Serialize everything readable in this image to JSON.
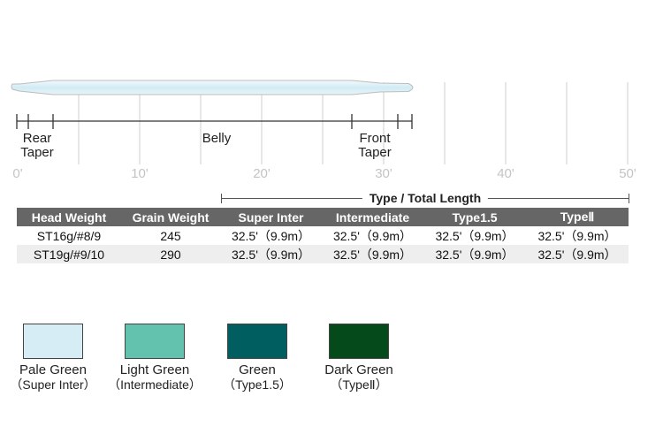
{
  "diagram": {
    "sections": [
      {
        "id": "rear",
        "lines": [
          "Rear",
          "Taper"
        ]
      },
      {
        "id": "belly",
        "lines": [
          "Belly"
        ]
      },
      {
        "id": "front",
        "lines": [
          "Front",
          "Taper"
        ]
      }
    ],
    "scale_ticks": [
      "0'",
      "10'",
      "20'",
      "30'",
      "40'",
      "50'"
    ]
  },
  "type_header": "Type / Total Length",
  "table": {
    "headers": [
      "Head Weight",
      "Grain Weight",
      "Super Inter",
      "Intermediate",
      "Type1.5",
      "TypeⅡ"
    ],
    "rows": [
      [
        "ST16g/#8/9",
        "245",
        "32.5'（9.9m）",
        "32.5'（9.9m）",
        "32.5'（9.9m）",
        "32.5'（9.9m）"
      ],
      [
        "ST19g/#9/10",
        "290",
        "32.5'（9.9m）",
        "32.5'（9.9m）",
        "32.5'（9.9m）",
        "32.5'（9.9m）"
      ]
    ]
  },
  "swatches": [
    {
      "name": "Pale Green",
      "sub": "（Super Inter）",
      "color": "#d6edf5"
    },
    {
      "name": "Light Green",
      "sub": "（Intermediate）",
      "color": "#63c2ad"
    },
    {
      "name": "Green",
      "sub": "（Type1.5）",
      "color": "#005e60"
    },
    {
      "name": "Dark Green",
      "sub": "（TypeⅡ）",
      "color": "#054a1a"
    }
  ]
}
